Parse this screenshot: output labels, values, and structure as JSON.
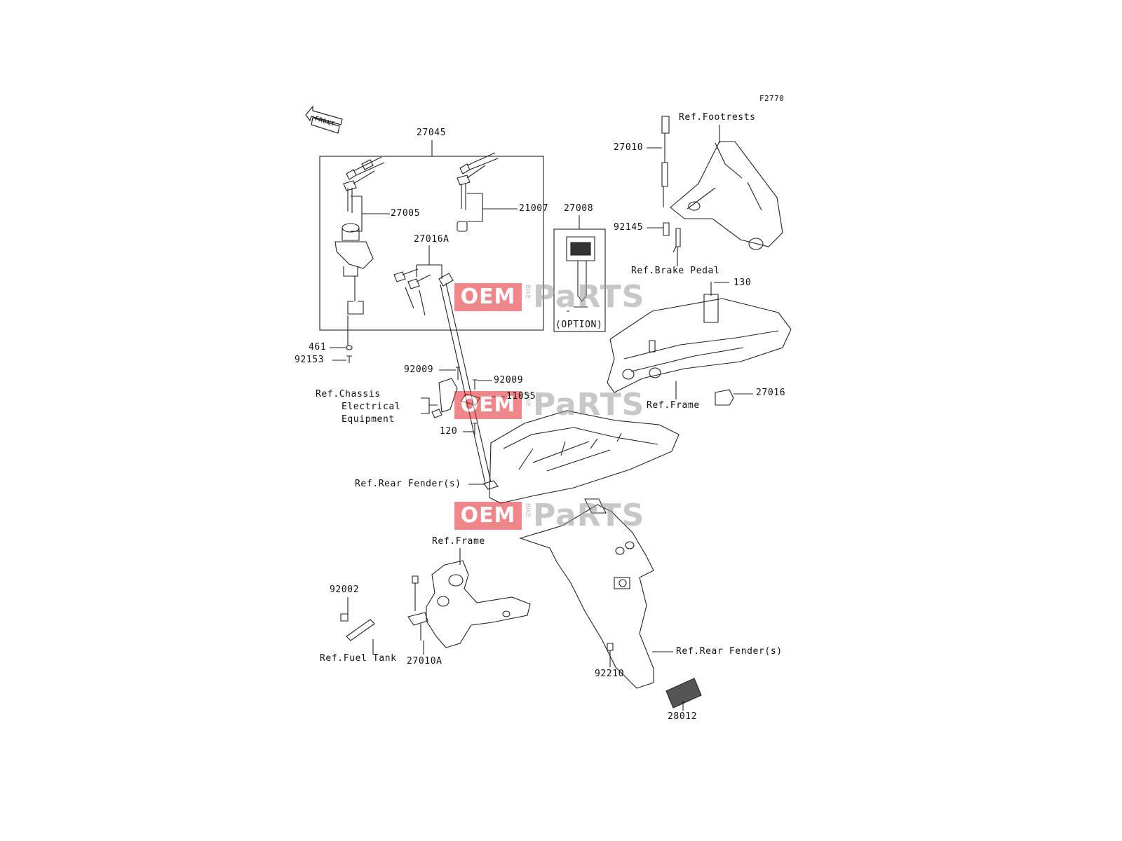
{
  "figure_code": "F2770",
  "front_arrow_text": "FRONT",
  "watermark": {
    "oem": "OEM",
    "bike": "BIKE",
    "parts": "PaRTS"
  },
  "labels": {
    "p27045": "27045",
    "p27005": "27005",
    "p21007": "21007",
    "p27016A": "27016A",
    "p27008": "27008",
    "option": "(OPTION)",
    "p461": "461",
    "p92153": "92153",
    "p92009a": "92009",
    "p92009b": "92009",
    "ref_chassis": "Ref.Chassis",
    "ref_electrical": "Electrical",
    "ref_equipment": "Equipment",
    "p11055": "11055",
    "p120": "120",
    "ref_rear_fender_top": "Ref.Rear Fender(s)",
    "p27010": "27010",
    "ref_footrests": "Ref.Footrests",
    "p92145": "92145",
    "ref_brake_pedal": "Ref.Brake Pedal",
    "p130": "130",
    "ref_frame_right": "Ref.Frame",
    "p27016": "27016",
    "ref_frame_bottom": "Ref.Frame",
    "p92002": "92002",
    "ref_fuel_tank": "Ref.Fuel Tank",
    "p27010A": "27010A",
    "ref_rear_fender_bottom": "Ref.Rear Fender(s)",
    "p92210": "92210",
    "p28012": "28012"
  }
}
